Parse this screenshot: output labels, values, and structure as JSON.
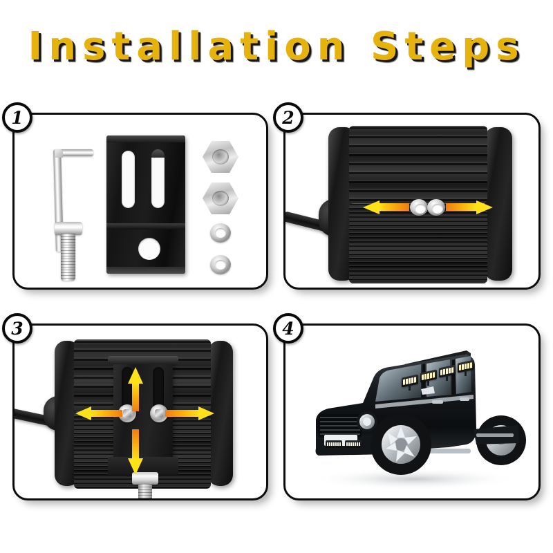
{
  "page": {
    "title": "Installation Steps",
    "background_color": "#FFFFFF",
    "title_color": "#E5B30B",
    "title_shadow_color": "#17150D",
    "panel_border_color": "#0C0C0C",
    "accent_arrow_start": "#F07C13",
    "accent_arrow_end": "#FFE21A"
  },
  "steps": [
    {
      "number": "1",
      "badge_label": "1",
      "name": "hardware-kit",
      "parts": [
        {
          "label": "hex-key",
          "name": "allen-wrench"
        },
        {
          "label": "hex-bolt",
          "name": "mounting-bolt"
        },
        {
          "label": "mounting-bracket",
          "name": "slotted-bracket"
        },
        {
          "label": "hex-nut",
          "name": "hex-nut-upper"
        },
        {
          "label": "hex-nut",
          "name": "hex-nut-lower"
        },
        {
          "label": "washer",
          "name": "washer-upper"
        },
        {
          "label": "washer",
          "name": "washer-lower"
        }
      ]
    },
    {
      "number": "2",
      "badge_label": "2",
      "name": "light-pod-rear-with-nuts",
      "arrows": [
        {
          "direction": "left",
          "name": "arrow-left"
        },
        {
          "direction": "right",
          "name": "arrow-right"
        }
      ],
      "hardware_visible": [
        {
          "label": "nut",
          "name": "center-nut-left"
        },
        {
          "label": "nut",
          "name": "center-nut-right"
        }
      ]
    },
    {
      "number": "3",
      "badge_label": "3",
      "name": "bracket-attached-to-pod",
      "arrows": [
        {
          "direction": "up",
          "name": "arrow-up"
        },
        {
          "direction": "down",
          "name": "arrow-down"
        },
        {
          "direction": "left",
          "name": "arrow-left"
        },
        {
          "direction": "right",
          "name": "arrow-right"
        }
      ],
      "hardware_visible": [
        {
          "label": "bolt",
          "name": "bracket-bolt-left"
        },
        {
          "label": "bolt",
          "name": "bracket-bolt-right"
        },
        {
          "label": "bolt",
          "name": "base-mounting-bolt"
        }
      ]
    },
    {
      "number": "4",
      "badge_label": "4",
      "name": "vehicle-mounted-result",
      "vehicle": {
        "label": "black-suv",
        "body_color": "#121417",
        "roof_light_count": 4,
        "bumper_light_count": 2
      }
    }
  ]
}
